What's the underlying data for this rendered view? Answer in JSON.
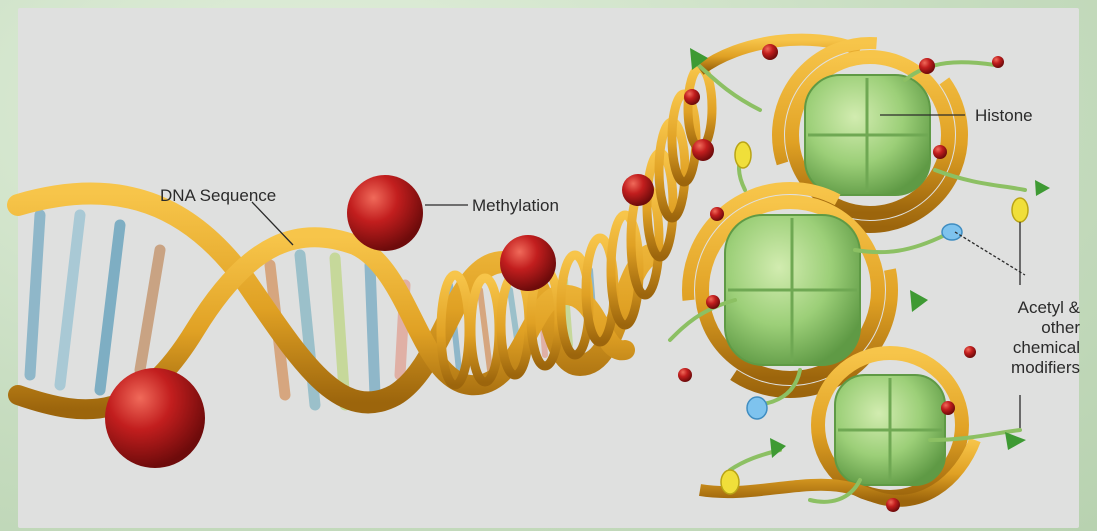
{
  "labels": {
    "dna_sequence": "DNA Sequence",
    "methylation": "Methylation",
    "histone": "Histone",
    "acetyl": "Acetyl &",
    "acetyl_2": "other",
    "acetyl_3": "chemical",
    "acetyl_4": "modifiers"
  },
  "colors": {
    "backbone": "#e0a124",
    "backbone_dark": "#a86c0c",
    "methyl": "#b3171a",
    "histone": "#9ccf78",
    "acetyl_yellow": "#f0df3a",
    "acetyl_blue": "#7ec3ee",
    "acetyl_green": "#3e9a33"
  }
}
